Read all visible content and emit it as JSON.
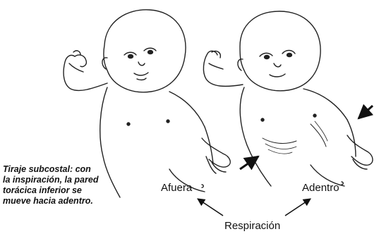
{
  "caption": {
    "lines": [
      "Tiraje subcostal: con",
      "la inspiración, la pared",
      "torácica inferior se",
      "mueve hacia adentro."
    ]
  },
  "labels": {
    "out": "Afuera",
    "in": "Adentro",
    "breathing": "Respiración"
  }
}
